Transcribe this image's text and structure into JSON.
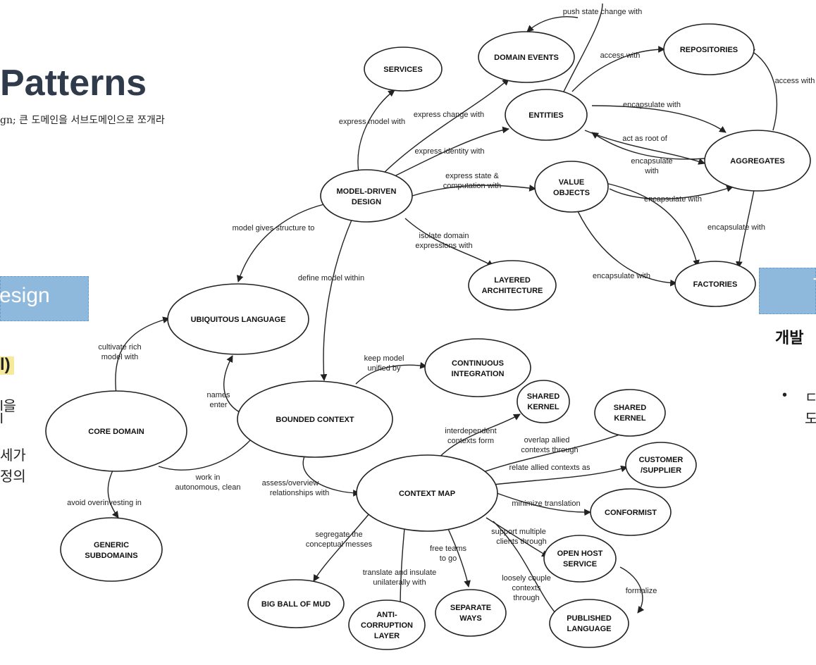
{
  "slide": {
    "title": "Patterns",
    "subtitle": "gn; 큰 도메인을 서브도메인으로 쪼개라",
    "left_box_label": "esign",
    "left_highlight": "l)",
    "left_lines": [
      "l을",
      "l",
      "세가",
      "정의"
    ],
    "right_box_label": "T",
    "right_heading": "개발",
    "right_bullet": "•",
    "right_lines": [
      "ㄷ",
      "도"
    ]
  },
  "diagram": {
    "nodes": {
      "services": [
        "SERVICES"
      ],
      "domain_events": [
        "DOMAIN EVENTS"
      ],
      "repositories": [
        "REPOSITORIES"
      ],
      "entities": [
        "ENTITIES"
      ],
      "aggregates": [
        "AGGREGATES"
      ],
      "model_driven_design": [
        "MODEL-DRIVEN",
        "DESIGN"
      ],
      "value_objects": [
        "VALUE",
        "OBJECTS"
      ],
      "layered_architecture": [
        "LAYERED",
        "ARCHITECTURE"
      ],
      "factories": [
        "FACTORIES"
      ],
      "ubiquitous_language": [
        "UBIQUITOUS LANGUAGE"
      ],
      "continuous_integration": [
        "CONTINUOUS",
        "INTEGRATION"
      ],
      "bounded_context": [
        "BOUNDED CONTEXT"
      ],
      "core_domain": [
        "CORE DOMAIN"
      ],
      "shared_kernel_1": [
        "SHARED",
        "KERNEL"
      ],
      "shared_kernel_2": [
        "SHARED",
        "KERNEL"
      ],
      "customer_supplier": [
        "CUSTOMER",
        "/SUPPLIER"
      ],
      "context_map": [
        "CONTEXT MAP"
      ],
      "conformist": [
        "CONFORMIST"
      ],
      "open_host_service": [
        "OPEN HOST",
        "SERVICE"
      ],
      "generic_subdomains": [
        "GENERIC",
        "SUBDOMAINS"
      ],
      "big_ball_of_mud": [
        "BIG BALL OF MUD"
      ],
      "anti_corruption_layer": [
        "ANTI-",
        "CORRUPTION",
        "LAYER"
      ],
      "separate_ways": [
        "SEPARATE",
        "WAYS"
      ],
      "published_language": [
        "PUBLISHED",
        "LANGUAGE"
      ]
    },
    "edges": {
      "push_state_change": [
        "push state change with"
      ],
      "access_with_repo": [
        "access with"
      ],
      "access_with_agg": [
        "access with"
      ],
      "express_model": [
        "express model with"
      ],
      "express_change": [
        "express change with"
      ],
      "express_identity": [
        "express identity with"
      ],
      "encapsulate_ent_agg": [
        "encapsulate with"
      ],
      "act_as_root": [
        "act as root of"
      ],
      "encapsulate_agg_ent": [
        "encapsulate",
        "with"
      ],
      "express_state": [
        "express state &",
        "computation with"
      ],
      "encapsulate_vo_agg": [
        "encapsulate with"
      ],
      "encapsulate_agg_fact": [
        "encapsulate with"
      ],
      "encapsulate_vo_fact": [
        "encapsulate with"
      ],
      "model_structure": [
        "model gives structure to"
      ],
      "isolate_domain": [
        "isolate domain",
        "expressions with"
      ],
      "define_model": [
        "define model within"
      ],
      "cultivate": [
        "cultivate rich",
        "model with"
      ],
      "keep_unified": [
        "keep model",
        "unified by"
      ],
      "names_enter": [
        "names",
        "enter"
      ],
      "interdependent": [
        "interdependent",
        "contexts form"
      ],
      "overlap_allied": [
        "overlap allied",
        "contexts through"
      ],
      "relate_allied": [
        "relate allied contexts as"
      ],
      "work_in": [
        "work in",
        "autonomous, clean"
      ],
      "assess": [
        "assess/overview",
        "relationships with"
      ],
      "avoid": [
        "avoid overinvesting in"
      ],
      "minimize": [
        "minimize translation"
      ],
      "support_multiple": [
        "support multiple",
        "clients through"
      ],
      "segregate": [
        "segregate the",
        "conceptual messes"
      ],
      "free_teams": [
        "free teams",
        "to go"
      ],
      "translate": [
        "translate and insulate",
        "unilaterally with"
      ],
      "loosely": [
        "loosely couple",
        "contexts",
        "through"
      ],
      "formalize": [
        "formalize"
      ]
    }
  }
}
